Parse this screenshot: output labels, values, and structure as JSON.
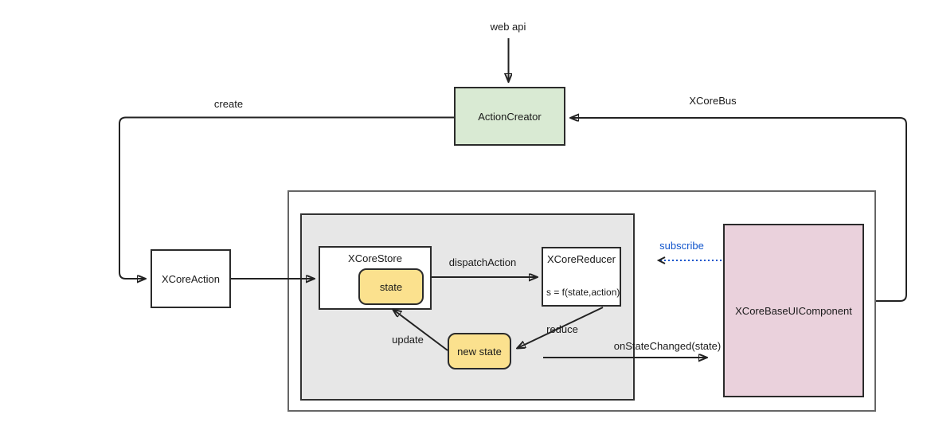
{
  "diagram": {
    "nodes": {
      "action_creator": {
        "label": "ActionCreator",
        "fill": "#d9ead3"
      },
      "xcore_action": {
        "label": "XCoreAction",
        "fill": "#ffffff"
      },
      "xcore_store": {
        "label": "XCoreStore",
        "fill": "#ffffff"
      },
      "state": {
        "label": "state",
        "fill": "#fbe18e"
      },
      "xcore_reducer": {
        "label": "XCoreReducer",
        "formula": "s = f(state,action)",
        "fill": "#ffffff"
      },
      "new_state": {
        "label": "new state",
        "fill": "#fbe18e"
      },
      "xcore_base_ui_component": {
        "label": "XCoreBaseUIComponent",
        "fill": "#ead1dc"
      }
    },
    "edges": {
      "web_api": "web api",
      "create": "create",
      "xcore_bus": "XCoreBus",
      "dispatch_action": "dispatchAction",
      "subscribe": "subscribe",
      "reduce": "reduce",
      "update": "update",
      "on_state_changed": "onStateChanged(state)"
    },
    "colors": {
      "node_green": "#d9ead3",
      "node_yellow": "#fbe18e",
      "node_pink": "#ead1dc",
      "panel_gray": "#e7e7e7",
      "outer_border_gray": "#666666",
      "line_black": "#222222",
      "subscribe_blue": "#1155cc"
    }
  }
}
